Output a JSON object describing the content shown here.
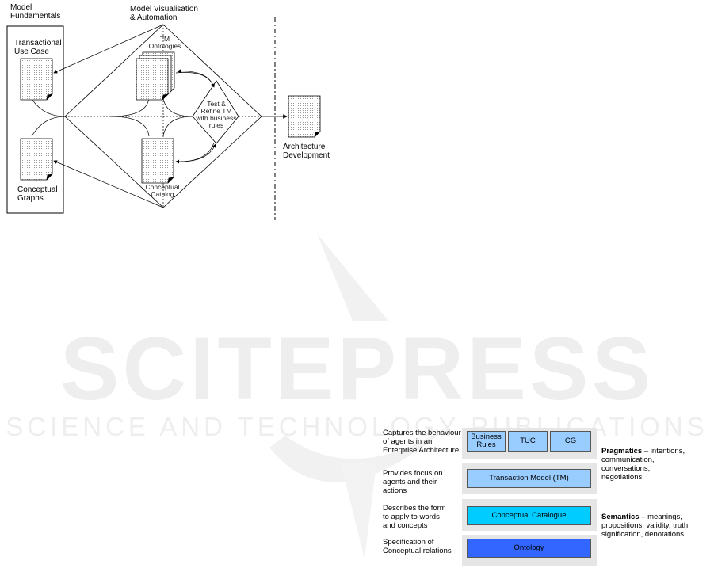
{
  "watermark": {
    "logo_text": "SCITEPRESS",
    "subtitle": "SCIENCE AND TECHNOLOGY PUBLICATIONS"
  },
  "top_diagram": {
    "column_titles": {
      "fundamentals": [
        "Model",
        "Fundamentals"
      ],
      "automation": [
        "Model Visualisation",
        "& Automation"
      ]
    },
    "docs": {
      "tuc": [
        "Transactional",
        "Use Case"
      ],
      "cg": [
        "Conceptual",
        "Graphs"
      ],
      "tm": [
        "TM",
        "Ontologies"
      ],
      "catalog": [
        "Conceptual",
        "Catalog"
      ],
      "arch": [
        "Architecture",
        "Development"
      ]
    },
    "test_node": [
      "Test &",
      "Refine TM",
      "with business",
      "rules"
    ]
  },
  "bottom_diagram": {
    "layers": [
      {
        "description": [
          "Captures the behaviour",
          "of agents in an",
          "Enterprise Architecture."
        ],
        "blocks": [
          "Business Rules",
          "TUC",
          "CG"
        ]
      },
      {
        "description": [
          "Provides focus on",
          "agents and their",
          "actions"
        ],
        "blocks": [
          "Transaction Model (TM)"
        ]
      },
      {
        "description": [
          "Describes the form",
          "to apply to words",
          "and concepts"
        ],
        "blocks": [
          "Conceptual Catalogue"
        ]
      },
      {
        "description": [
          "Specification of",
          "Conceptual relations"
        ],
        "blocks": [
          "Ontology"
        ]
      }
    ],
    "side_notes": {
      "pragmatics": {
        "term": "Pragmatics",
        "text": [
          "– intentions,",
          "communication,",
          "conversations,",
          "negotiations."
        ]
      },
      "semantics": {
        "term": "Semantics",
        "text": [
          "– meanings,",
          "propositions, validity, truth,",
          "signification, denotations."
        ]
      }
    },
    "colors": {
      "band": "#e6e6e6",
      "light_blue": "#99ccff",
      "cyan": "#00ccff",
      "blue": "#3366ff"
    }
  }
}
